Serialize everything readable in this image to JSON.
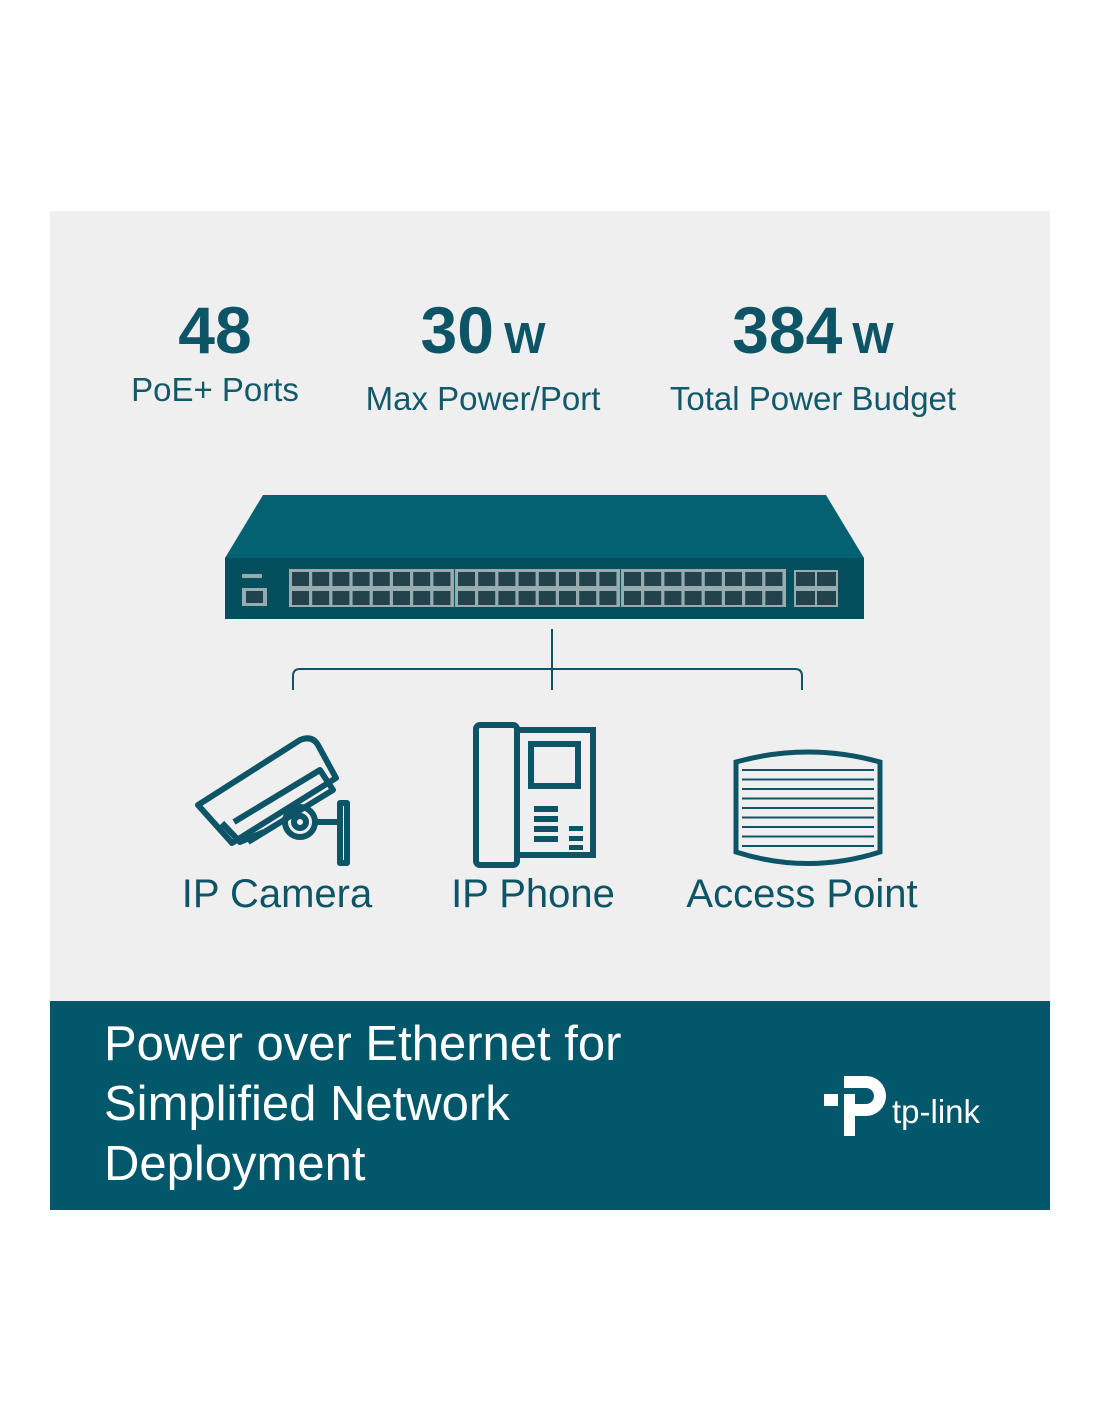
{
  "stats": [
    {
      "value": "48",
      "unit": "",
      "label": "PoE+ Ports"
    },
    {
      "value": "30",
      "unit": "W",
      "label": "Max Power/Port"
    },
    {
      "value": "384",
      "unit": "W",
      "label": "Total Power Budget"
    }
  ],
  "devices": [
    {
      "label": "IP Camera"
    },
    {
      "label": "IP Phone"
    },
    {
      "label": "Access Point"
    }
  ],
  "banner": {
    "line1": "Power over Ethernet for",
    "line2": "Simplified Network",
    "line3": "Deployment",
    "logo": "tp-link"
  },
  "colors": {
    "brand": "#02576a",
    "panel": "#efefef",
    "text": "#0d5566",
    "port": "#97abb0"
  }
}
